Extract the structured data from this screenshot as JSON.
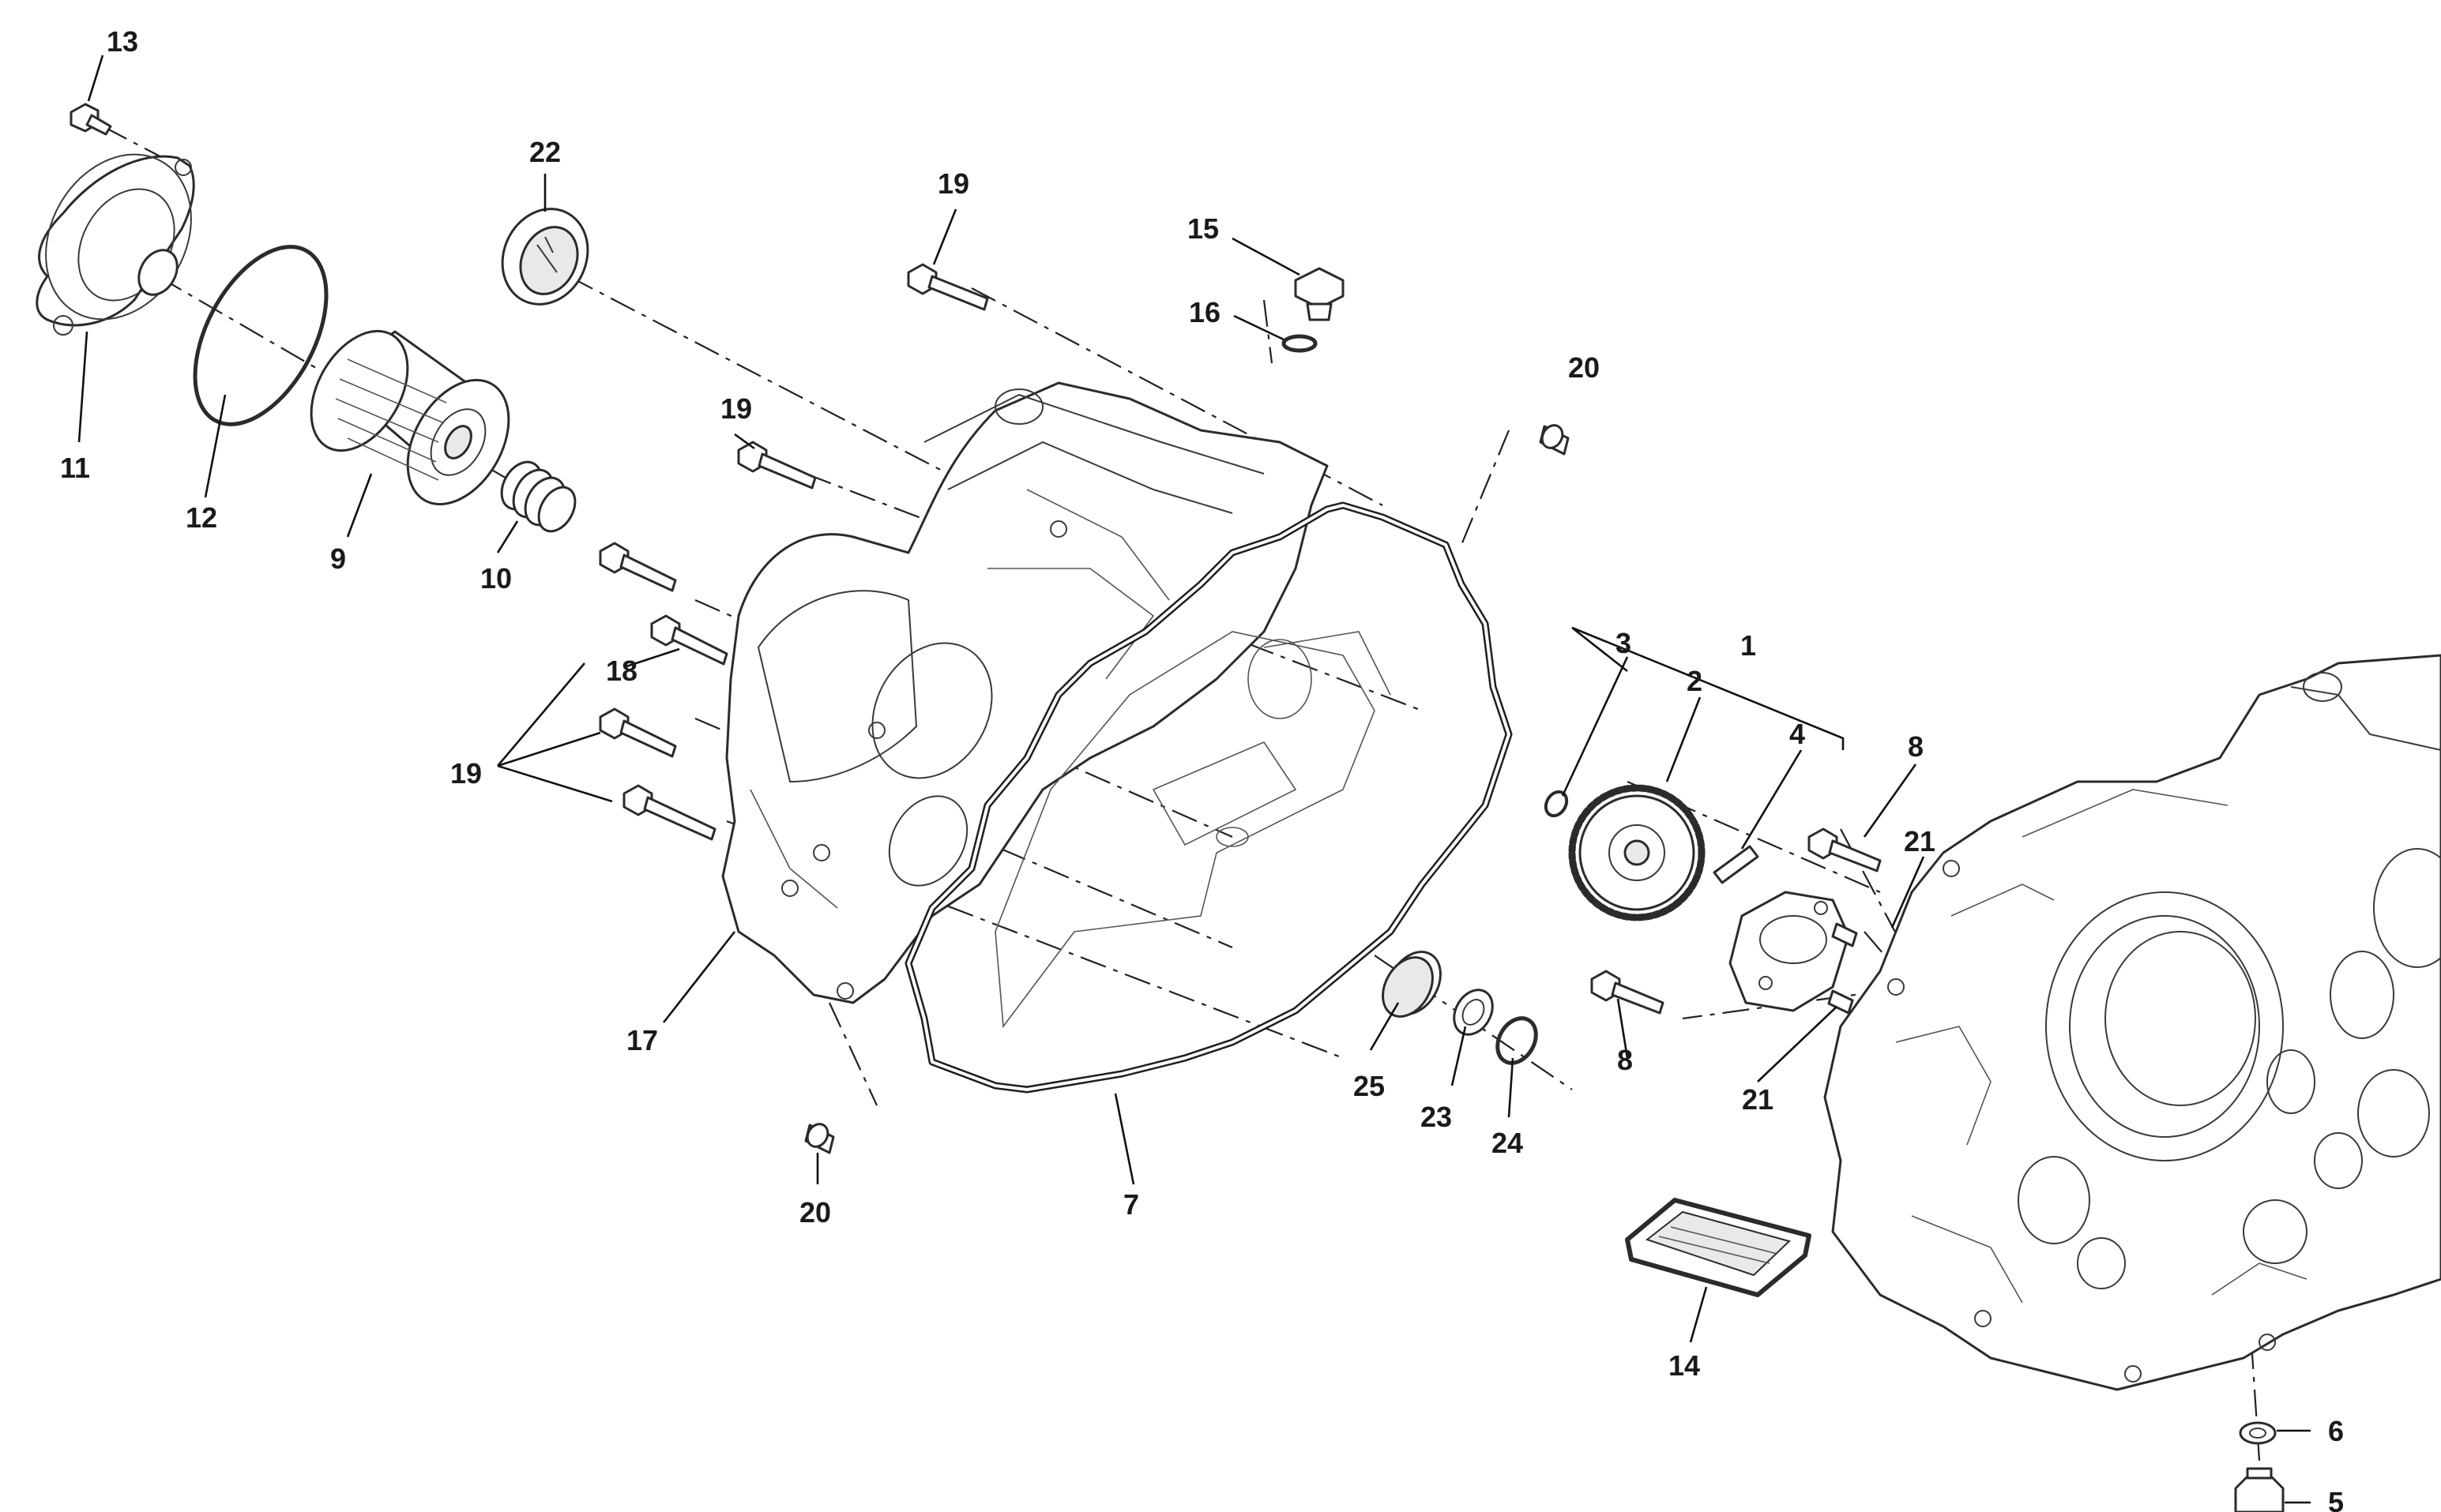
{
  "callouts": {
    "c1": "1",
    "c2": "2",
    "c3": "3",
    "c4": "4",
    "c5": "5",
    "c6": "6",
    "c7": "7",
    "c8a": "8",
    "c8b": "8",
    "c9": "9",
    "c10": "10",
    "c11": "11",
    "c12": "12",
    "c13": "13",
    "c14": "14",
    "c15": "15",
    "c16": "16",
    "c17": "17",
    "c18": "18",
    "c19a": "19",
    "c19b": "19",
    "c19c": "19",
    "c20a": "20",
    "c20b": "20",
    "c21a": "21",
    "c21b": "21",
    "c22": "22",
    "c23": "23",
    "c24": "24",
    "c25": "25"
  },
  "colors": {
    "ink": "#1a1a1a",
    "gasket": "#1e1e1e",
    "background": "#ffffff"
  }
}
